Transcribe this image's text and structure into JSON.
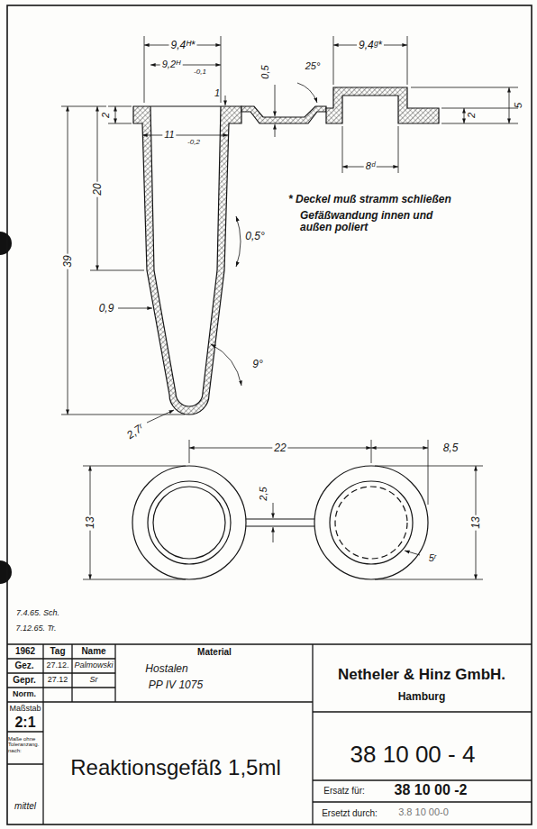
{
  "diagram": {
    "title": "Reaktionsgefäß 1,5ml",
    "labels": [
      "9,4ᴴ*",
      "9,2ᴴ",
      "-0,1",
      "1",
      "11",
      "-0,2",
      "2",
      "20",
      "39",
      "0,5",
      "25°",
      "9,4ᵍ*",
      "2",
      "5",
      "8ᵈ",
      "* Deckel muß stramm schließen",
      "Gefäßwandung innen und außen poliert",
      "0,5°",
      "0,9",
      "9°",
      "2,7ʳ",
      "22",
      "8,5",
      "2,5",
      "13",
      "13",
      "5ʳ",
      "7.4.65. Sch.",
      "7.12.65. Tr.",
      "1962",
      "Tag",
      "Name",
      "Material",
      "Gez.",
      "27.12.",
      "Palmowski",
      "Gepr.",
      "27.12",
      "Sr",
      "Norm.",
      "Hostalen",
      "PP IV 1075",
      "Netheler & Hinz GmbH.",
      "Hamburg",
      "Maßstab",
      "2:1",
      "Maße ohne Toleranzang. nach:",
      "mittel",
      "38 10 00 - 4",
      "Ersatz für:",
      "38 10 00 -2",
      "Ersetzt durch:",
      "3.8 10 00-0"
    ]
  }
}
